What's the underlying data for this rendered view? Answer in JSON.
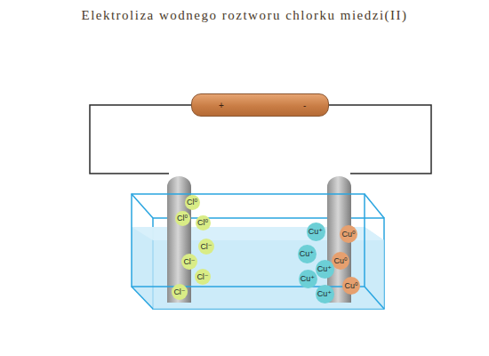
{
  "diagram": {
    "title": "Elektroliza wodnego roztworu chlorku miedzi(II)",
    "nodes": [
      {
        "text": [
          "+",
          "-"
        ]
      },
      {
        "text": [
          "Cl⁰"
        ]
      },
      {
        "text": [
          "Cl⁰"
        ]
      },
      {
        "text": [
          "Cl⁰"
        ]
      },
      {
        "text": [
          "Cl⁻"
        ]
      },
      {
        "text": [
          "Cl⁻"
        ]
      },
      {
        "text": [
          "Cl⁻"
        ]
      },
      {
        "text": [
          "Cl⁻"
        ]
      },
      {
        "text": [
          "Cu⁺"
        ]
      },
      {
        "text": [
          "Cu⁰"
        ]
      },
      {
        "text": [
          "Cu⁺"
        ]
      },
      {
        "text": [
          "Cu⁰"
        ]
      },
      {
        "text": [
          "Cu⁺"
        ]
      },
      {
        "text": [
          "Cu⁺"
        ]
      },
      {
        "text": [
          "Cu⁰"
        ]
      },
      {
        "text": [
          "Cu⁺"
        ]
      }
    ]
  }
}
